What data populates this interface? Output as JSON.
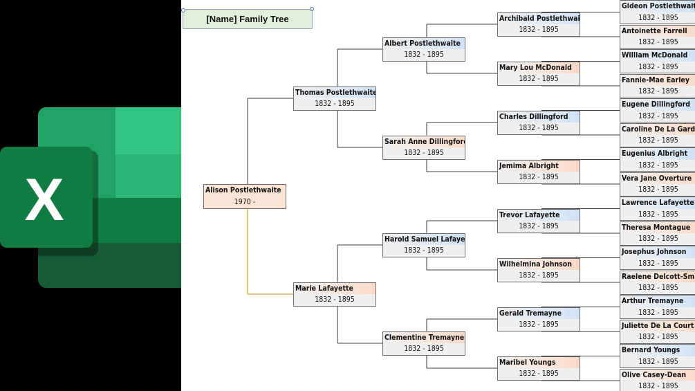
{
  "title": "[Name] Family Tree",
  "logo": {
    "icon": "excel-logo",
    "letter": "X",
    "colors": {
      "top": "#33c481",
      "mid": "#21a366",
      "mid2": "#107c41",
      "bottom": "#185c37",
      "tile": "#107c41"
    }
  },
  "colors": {
    "male": "#cfe1f3",
    "female": "#f8d8c6",
    "line": "#3a3a3a",
    "accent_line": "#bf9000"
  },
  "people": [
    {
      "name": "Alison Postlethwaite",
      "dates": "1970 -",
      "gen": 0,
      "sex": "f"
    },
    {
      "name": "Thomas Postlethwaite",
      "dates": "1832 - 1895",
      "gen": 1,
      "sex": "m"
    },
    {
      "name": "Marie Lafayette",
      "dates": "1832 - 1895",
      "gen": 1,
      "sex": "f"
    },
    {
      "name": "Albert Postlethwaite",
      "dates": "1832 - 1895",
      "gen": 2,
      "sex": "m"
    },
    {
      "name": "Sarah Anne Dillingford",
      "dates": "1832 - 1895",
      "gen": 2,
      "sex": "f"
    },
    {
      "name": "Harold Samuel Lafayette",
      "dates": "1832 - 1895",
      "gen": 2,
      "sex": "m"
    },
    {
      "name": "Clementine Tremayne",
      "dates": "1832 - 1895",
      "gen": 2,
      "sex": "f"
    },
    {
      "name": "Archibald Postlethwaite",
      "dates": "1832 - 1895",
      "gen": 3,
      "sex": "m"
    },
    {
      "name": "Mary Lou McDonald",
      "dates": "1832 - 1895",
      "gen": 3,
      "sex": "f"
    },
    {
      "name": "Charles Dillingford",
      "dates": "1832 - 1895",
      "gen": 3,
      "sex": "m"
    },
    {
      "name": "Jemima Albright",
      "dates": "1832 - 1895",
      "gen": 3,
      "sex": "f"
    },
    {
      "name": "Trevor Lafayette",
      "dates": "1832 - 1895",
      "gen": 3,
      "sex": "m"
    },
    {
      "name": "Wilhelmina Johnson",
      "dates": "1832 - 1895",
      "gen": 3,
      "sex": "f"
    },
    {
      "name": "Gerald Tremayne",
      "dates": "1832 - 1895",
      "gen": 3,
      "sex": "m"
    },
    {
      "name": "Maribel Youngs",
      "dates": "1832 - 1895",
      "gen": 3,
      "sex": "f"
    },
    {
      "name": "Gideon Postlethwaite",
      "dates": "1832 - 1895",
      "gen": 4,
      "sex": "m"
    },
    {
      "name": "Antoinette Farrell",
      "dates": "1832 - 1895",
      "gen": 4,
      "sex": "f"
    },
    {
      "name": "William McDonald",
      "dates": "1832 - 1895",
      "gen": 4,
      "sex": "m"
    },
    {
      "name": "Fannie-Mae Earley",
      "dates": "1832 - 1895",
      "gen": 4,
      "sex": "f"
    },
    {
      "name": "Eugene Dillingford",
      "dates": "1832 - 1895",
      "gen": 4,
      "sex": "m"
    },
    {
      "name": "Caroline De La Garde",
      "dates": "1832 - 1895",
      "gen": 4,
      "sex": "f"
    },
    {
      "name": "Eugenius Albright",
      "dates": "1832 - 1895",
      "gen": 4,
      "sex": "m"
    },
    {
      "name": "Vera Jane Overture",
      "dates": "1832 - 1895",
      "gen": 4,
      "sex": "f"
    },
    {
      "name": "Lawrence Lafayette",
      "dates": "1832 - 1895",
      "gen": 4,
      "sex": "m"
    },
    {
      "name": "Theresa Montague",
      "dates": "1832 - 1895",
      "gen": 4,
      "sex": "f"
    },
    {
      "name": "Josephus Johnson",
      "dates": "1832 - 1895",
      "gen": 4,
      "sex": "m"
    },
    {
      "name": "Raelene Delcott-Smith",
      "dates": "1832 - 1895",
      "gen": 4,
      "sex": "f"
    },
    {
      "name": "Arthur Tremayne",
      "dates": "1832 - 1895",
      "gen": 4,
      "sex": "m"
    },
    {
      "name": "Juliette De La Court",
      "dates": "1832 - 1895",
      "gen": 4,
      "sex": "f"
    },
    {
      "name": "Bernard Youngs",
      "dates": "1832 - 1895",
      "gen": 4,
      "sex": "m"
    },
    {
      "name": "Olive Casey-Dean",
      "dates": "1832 - 1895",
      "gen": 4,
      "sex": "f"
    }
  ]
}
